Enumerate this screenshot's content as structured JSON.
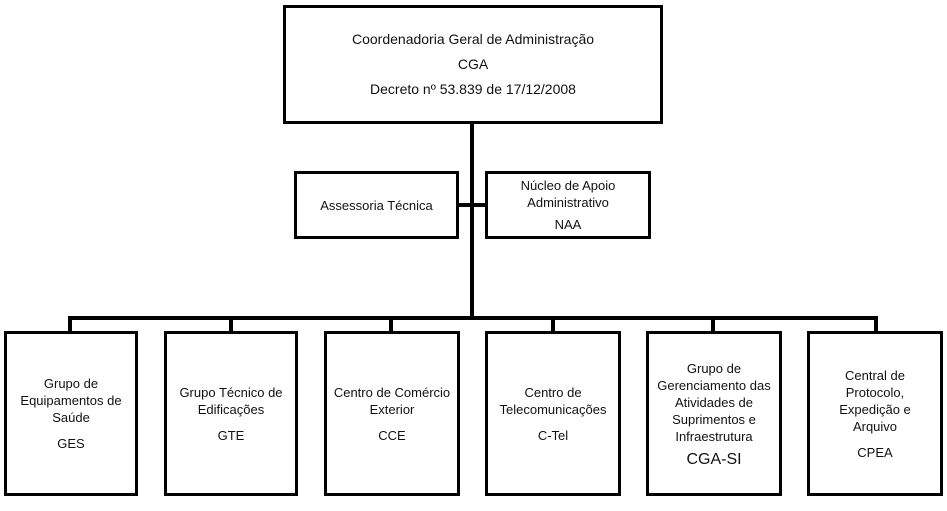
{
  "root": {
    "lines": [
      "Coordenadoria  Geral de Administração",
      "CGA",
      "Decreto nº  53.839 de 17/12/2008"
    ]
  },
  "staff": [
    {
      "name_lines": [
        "Assessoria Técnica"
      ],
      "abbr": ""
    },
    {
      "name_lines": [
        "Núcleo de Apoio",
        "Administrativo"
      ],
      "abbr": "NAA"
    }
  ],
  "units": [
    {
      "name_lines": [
        "Grupo  de",
        "Equipamentos  de",
        "Saúde"
      ],
      "abbr": "GES"
    },
    {
      "name_lines": [
        "Grupo  Técnico de",
        "Edificações"
      ],
      "abbr": "GTE"
    },
    {
      "name_lines": [
        "Centro de Comércio",
        "Exterior"
      ],
      "abbr": "CCE"
    },
    {
      "name_lines": [
        "Centro de",
        "Telecomunicações"
      ],
      "abbr": "C-Tel"
    },
    {
      "name_lines": [
        "Grupo  de",
        "Gerenciamento das",
        "Atividades de",
        "Suprimentos  e",
        "Infraestrutura"
      ],
      "abbr": "CGA-SI"
    },
    {
      "name_lines": [
        "Central de",
        "Protocolo,",
        "Expedição e",
        "Arquivo"
      ],
      "abbr": "CPEA"
    }
  ]
}
